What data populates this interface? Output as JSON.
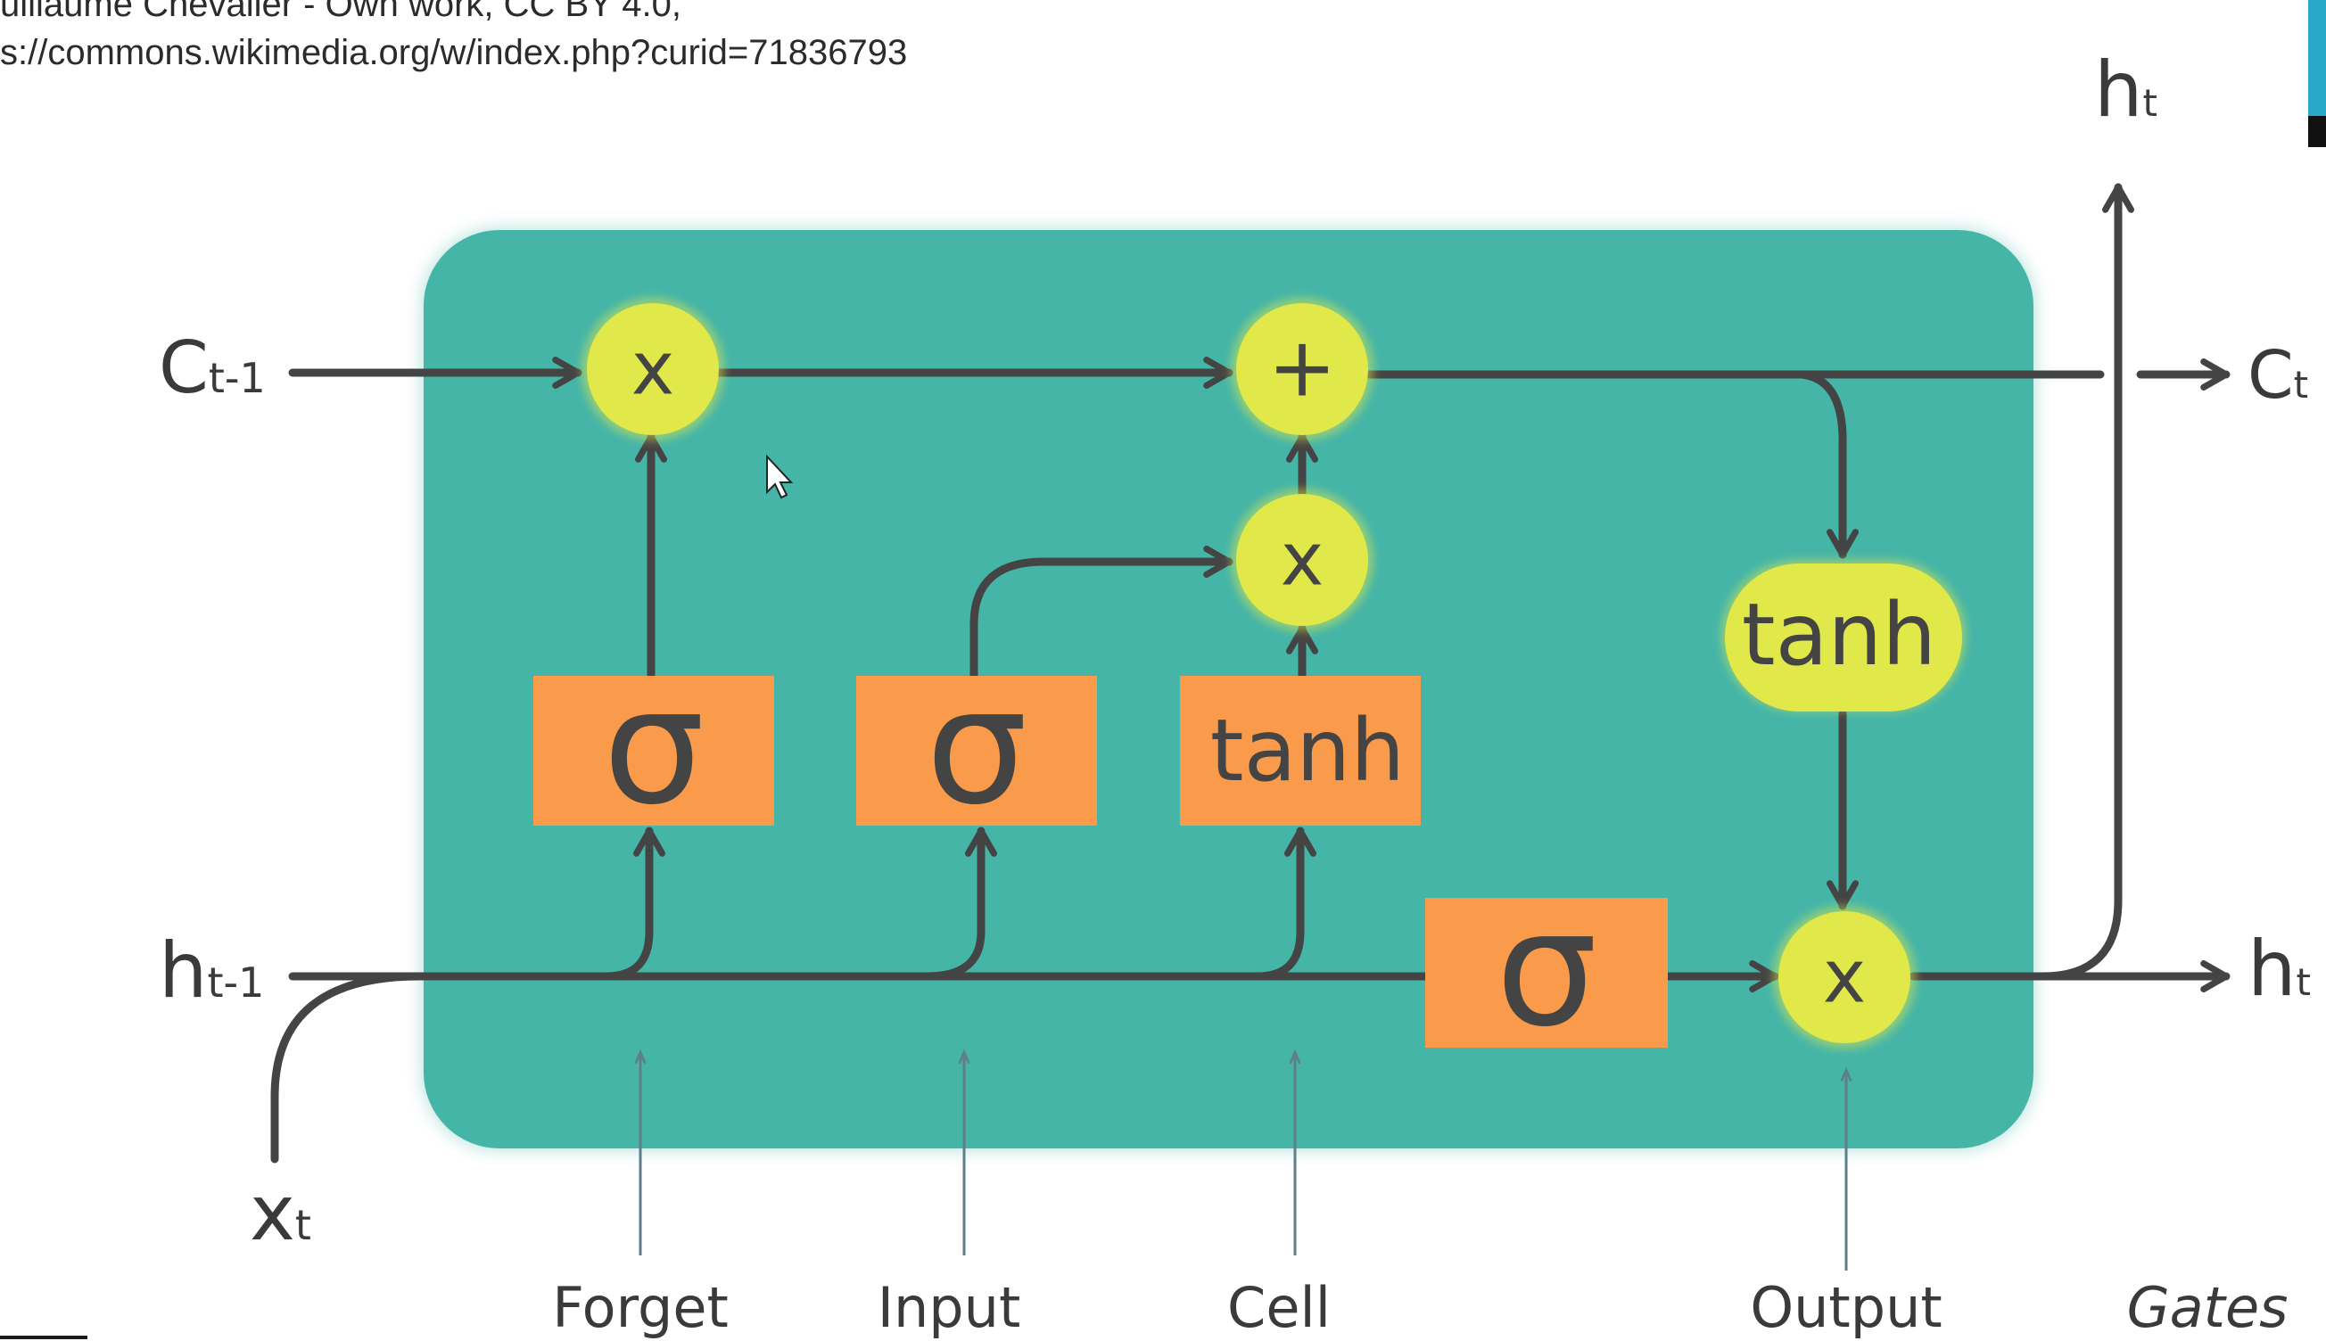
{
  "attribution": {
    "line1": "uillaume Chevalier - Own work, CC BY 4.0,",
    "line2": "s://commons.wikimedia.org/w/index.php?curid=71836793"
  },
  "labels": {
    "c_prev_main": "C",
    "c_prev_sub": "t-1",
    "h_prev_main": "h",
    "h_prev_sub": "t-1",
    "x_main": "x",
    "x_sub": "t",
    "c_next_main": "C",
    "c_next_sub": "t",
    "h_next_main": "h",
    "h_next_sub": "t",
    "h_top_main": "h",
    "h_top_sub": "t"
  },
  "ops": {
    "forget_mult": "x",
    "add": "+",
    "input_mult": "x",
    "output_mult": "x",
    "output_tanh": "tanh"
  },
  "gates_boxes": {
    "forget": "σ",
    "input": "σ",
    "cell": "tanh",
    "output": "σ"
  },
  "gate_labels": {
    "forget": "Forget",
    "input": "Input",
    "cell": "Cell",
    "output": "Output",
    "title": "Gates"
  },
  "colors": {
    "cell_bg": "#45b5a8",
    "gate_box": "#f99b4a",
    "op_circle": "#e1e84a",
    "wire": "#444444"
  }
}
